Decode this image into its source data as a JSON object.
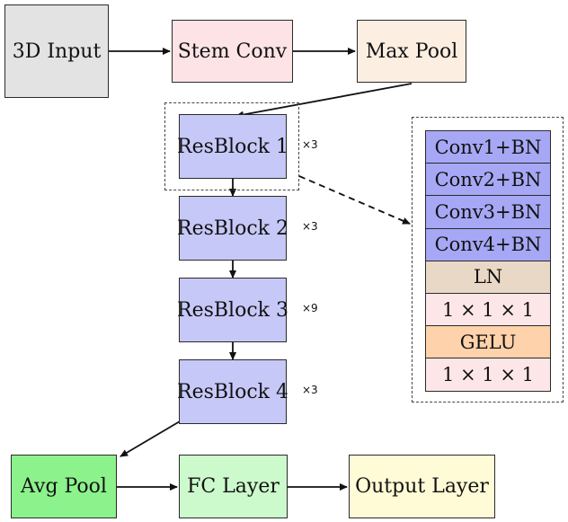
{
  "nodes": {
    "input": "3D Input",
    "stem": "Stem Conv",
    "maxpool": "Max Pool",
    "res1": "ResBlock 1",
    "res2": "ResBlock 2",
    "res3": "ResBlock 3",
    "res4": "ResBlock 4",
    "avgpool": "Avg Pool",
    "fc": "FC Layer",
    "output": "Output Layer"
  },
  "repeats": {
    "res1": "×3",
    "res2": "×3",
    "res3": "×9",
    "res4": "×3"
  },
  "detail_stack": [
    "Conv1+BN",
    "Conv2+BN",
    "Conv3+BN",
    "Conv4+BN",
    "LN",
    "1 × 1 × 1",
    "GELU",
    "1 × 1 × 1"
  ],
  "colors": {
    "input": "#e3e3e3",
    "stem": "#fde3e6",
    "maxpool": "#fdeee2",
    "resblock": "#c6c8f8",
    "avgpool": "#8cf28c",
    "fc": "#ccfacc",
    "output": "#fefbd6",
    "conv_bn": "#a6a8f5",
    "ln": "#ead8c7",
    "conv111": "#fde6e8",
    "gelu": "#fed2aa"
  }
}
